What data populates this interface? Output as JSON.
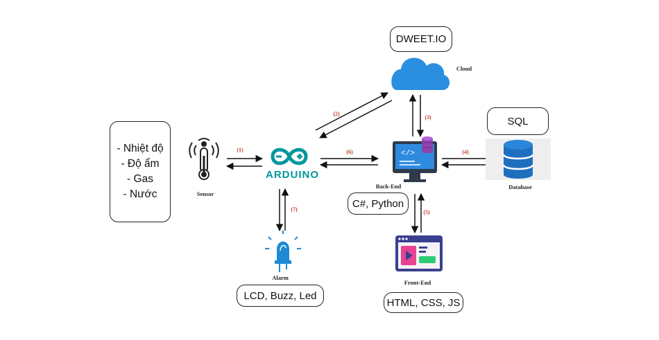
{
  "sensor_box": {
    "items": [
      "- Nhiệt độ",
      "- Độ ẩm",
      "- Gas",
      "- Nước"
    ]
  },
  "labels": {
    "sensor": "Sensor",
    "arduino": "ARDUINO",
    "cloud": "Cloud",
    "backend": "Back-End",
    "database": "Database",
    "alarm": "Alarm",
    "frontend": "Front-End"
  },
  "boxes": {
    "dweet": "DWEET.IO",
    "sql": "SQL",
    "backend_lang": "C#, Python",
    "alarm_devices": "LCD, Buzz, Led",
    "frontend_lang": "HTML, CSS, JS"
  },
  "edges": {
    "sensor_arduino": "(1)",
    "arduino_cloud": "(2)",
    "cloud_backend": "(3)",
    "backend_database": "(4)",
    "backend_frontend": "(5)",
    "arduino_backend": "(6)",
    "arduino_alarm": "(7)"
  },
  "colors": {
    "arduino_teal": "#00979c",
    "cloud_blue": "#2a8fe0",
    "database_blue": "#1f6fbf",
    "monitor_dark": "#2f3a4a",
    "frontend_purple": "#3b3f8f",
    "alarm_blue": "#1e8ad6",
    "edge_label_red": "#c0392b"
  }
}
